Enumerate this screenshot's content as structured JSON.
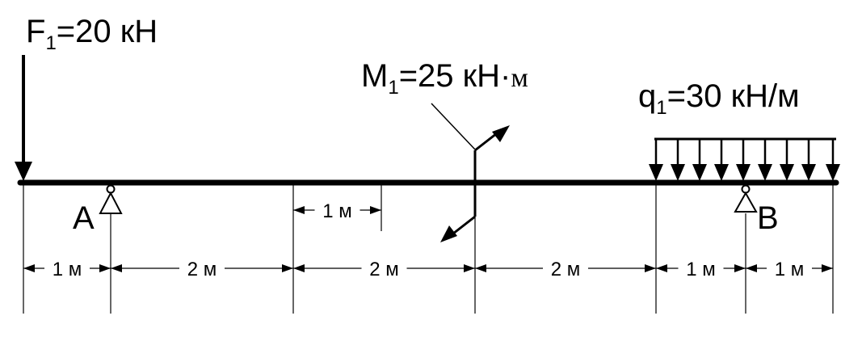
{
  "loads": {
    "force": {
      "symbol": "F",
      "index": "1",
      "value": "=20 кН"
    },
    "moment": {
      "symbol": "M",
      "index": "1",
      "value": "=25 кН",
      "dot": "·",
      "unit_tail": "м"
    },
    "distributed": {
      "symbol": "q",
      "index": "1",
      "value": "=30 кН/м"
    }
  },
  "supports": {
    "left": "A",
    "right": "B"
  },
  "dimensions": {
    "segments": [
      "1 м",
      "2 м",
      "2 м",
      "2 м",
      "1 м",
      "1 м"
    ],
    "upper": "1 м"
  },
  "colors": {
    "ink": "#000000",
    "background": "#ffffff"
  }
}
